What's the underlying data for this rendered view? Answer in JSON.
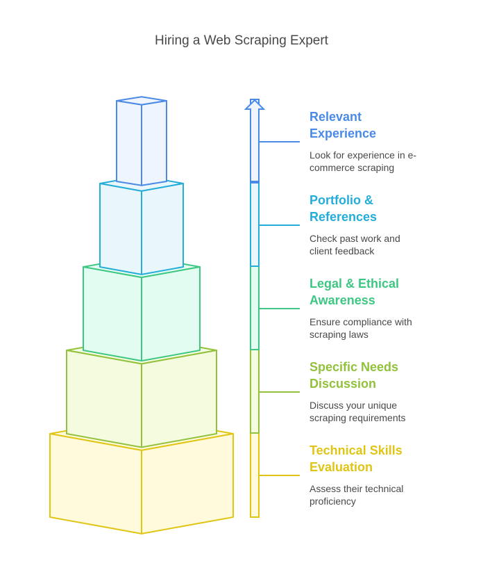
{
  "title": "Hiring a Web Scraping Expert",
  "levels": [
    {
      "id": "relevant-experience",
      "heading": "Relevant Experience",
      "heading_lines": [
        "Relevant",
        "Experience"
      ],
      "description_lines": [
        "Look for experience in e-",
        "commerce scraping"
      ],
      "stroke": "#4a8ae6",
      "fill": "#eef5fe",
      "text_color": "#4a8ae6"
    },
    {
      "id": "portfolio-references",
      "heading": "Portfolio & References",
      "heading_lines": [
        "Portfolio &",
        "References"
      ],
      "description_lines": [
        "Check past work and",
        "client feedback"
      ],
      "stroke": "#24add8",
      "fill": "#e9f7fd",
      "text_color": "#24add8"
    },
    {
      "id": "legal-ethical-awareness",
      "heading": "Legal & Ethical Awareness",
      "heading_lines": [
        "Legal & Ethical",
        "Awareness"
      ],
      "description_lines": [
        "Ensure compliance with",
        "scraping laws"
      ],
      "stroke": "#3ec783",
      "fill": "#e3fcf1",
      "text_color": "#3ec783"
    },
    {
      "id": "specific-needs-discussion",
      "heading": "Specific Needs Discussion",
      "heading_lines": [
        "Specific Needs",
        "Discussion"
      ],
      "description_lines": [
        "Discuss your unique",
        "scraping requirements"
      ],
      "stroke": "#92c13c",
      "fill": "#f4fbdf",
      "text_color": "#92c13c"
    },
    {
      "id": "technical-skills-evaluation",
      "heading": "Technical Skills Evaluation",
      "heading_lines": [
        "Technical Skills",
        "Evaluation"
      ],
      "description_lines": [
        "Assess their technical",
        "proficiency"
      ],
      "stroke": "#e0c515",
      "fill": "#fffadb",
      "text_color": "#e0c515"
    }
  ],
  "arrow": {
    "direction": "up",
    "icon": "arrow-up-icon"
  }
}
